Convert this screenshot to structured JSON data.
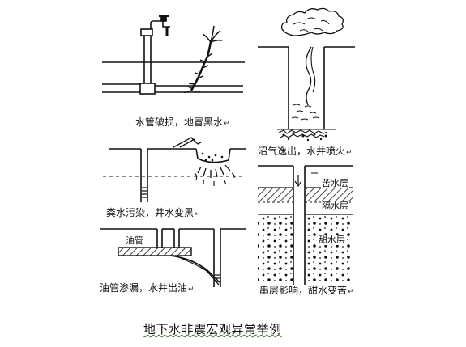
{
  "panels": [
    {
      "id": "pipe",
      "caption": "水管破损，地冒黑水",
      "return_mark": "↵"
    },
    {
      "id": "swamp",
      "caption": "沼气逸出，水井喷火",
      "return_mark": "↵"
    },
    {
      "id": "sewage",
      "caption": "粪水污染，井水变黑",
      "return_mark": "↵"
    },
    {
      "id": "layers",
      "caption": "串层影响，甜水变苦",
      "return_mark": "↵",
      "layers": [
        "苦水层",
        "隔水层",
        "甜水层"
      ]
    },
    {
      "id": "oil",
      "caption": "油管渗漏，水井出油",
      "return_mark": "↵",
      "pipe_label": "油管"
    }
  ],
  "figure_caption": "地下水非震宏观异常举例"
}
